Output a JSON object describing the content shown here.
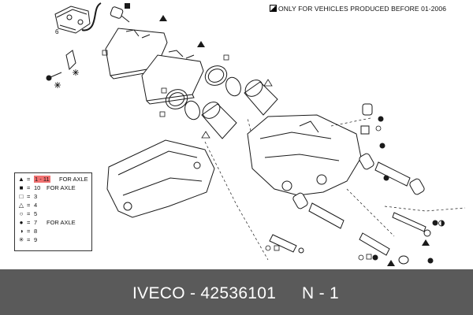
{
  "header_note": {
    "symbol": "half-filled-square",
    "text": "ONLY FOR VEHICLES PRODUCED BEFORE 01-2006"
  },
  "part_callouts": {
    "clip_bracket": "6"
  },
  "legend": {
    "rows": [
      {
        "symbol": "filled-triangle",
        "glyph": "▲",
        "value": "1 - 11",
        "note": "FOR AXLE",
        "highlight": true
      },
      {
        "symbol": "filled-square",
        "glyph": "■",
        "value": "10",
        "note": "FOR AXLE"
      },
      {
        "symbol": "hollow-square",
        "glyph": "□",
        "value": "3",
        "note": ""
      },
      {
        "symbol": "hollow-triangle",
        "glyph": "△",
        "value": "4",
        "note": ""
      },
      {
        "symbol": "hollow-circle",
        "glyph": "○",
        "value": "5",
        "note": ""
      },
      {
        "symbol": "filled-circle",
        "glyph": "●",
        "value": "7",
        "note": "FOR AXLE"
      },
      {
        "symbol": "half-circle",
        "glyph": "◑",
        "value": "8",
        "note": ""
      },
      {
        "symbol": "asterisk",
        "glyph": "✳",
        "value": "9",
        "note": ""
      }
    ],
    "equals": "="
  },
  "footer": {
    "part_text": "IVECO - 42536101",
    "number_text": "N - 1",
    "background": "#5a5a5a",
    "text_color": "#ffffff"
  },
  "colors": {
    "line": "#1a1a1a",
    "highlight": "#f07070"
  }
}
